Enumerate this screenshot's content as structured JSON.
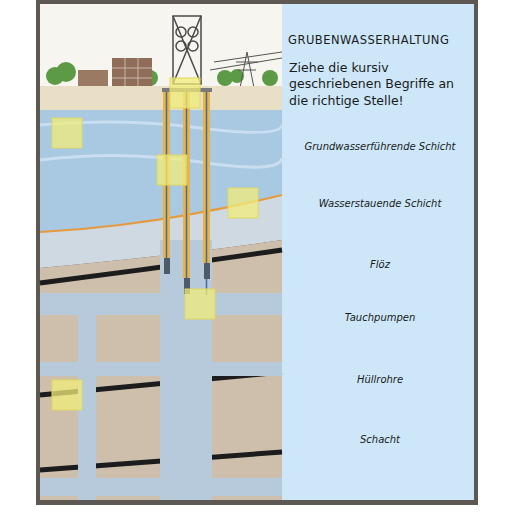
{
  "diagram": {
    "title": "GRUBENWASSERHALTUNG",
    "labels": [
      "Ziehe die kursiv geschriebenen Begriffe an die richtige Stelle!",
      "Grundwasserführende Schicht",
      "Wasserstauende Schicht",
      "Flöz",
      "Tauchpumpen",
      "Hüllrohre",
      "Schacht"
    ]
  }
}
